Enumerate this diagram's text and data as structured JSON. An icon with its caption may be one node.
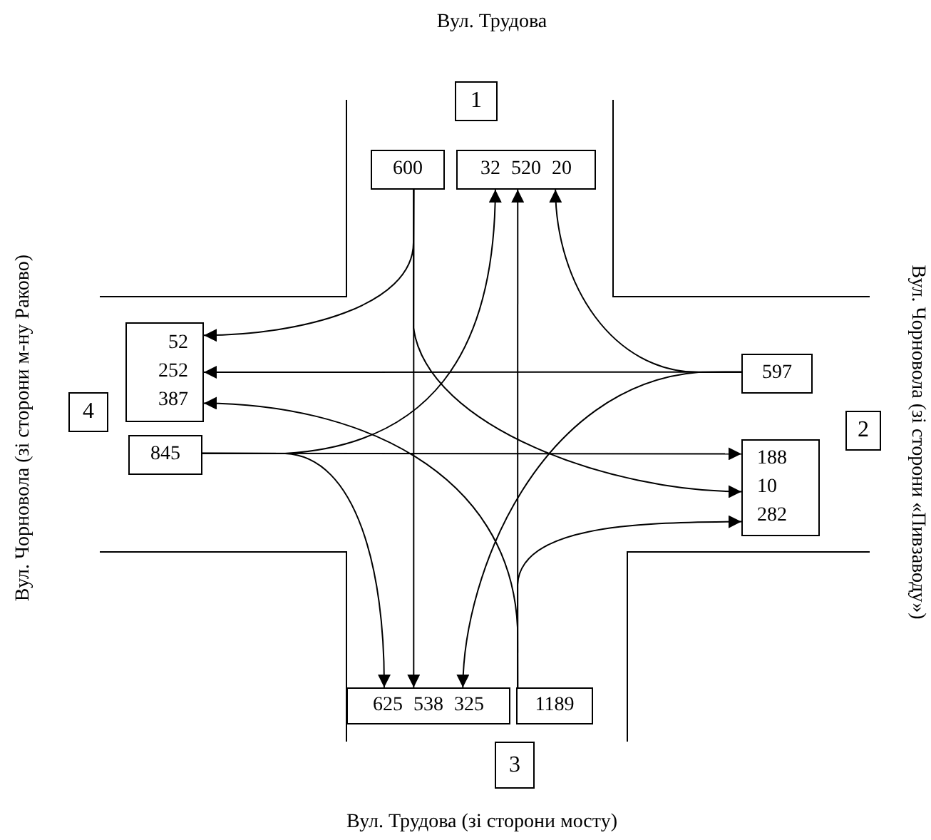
{
  "diagram": {
    "nodes": [
      {
        "text": [
          "1"
        ]
      },
      {
        "text": [
          "600"
        ]
      },
      {
        "text": [
          "32 520 20"
        ]
      },
      {
        "text": [
          "52",
          "252",
          "387"
        ]
      },
      {
        "text": [
          "4"
        ]
      },
      {
        "text": [
          "845"
        ]
      },
      {
        "text": [
          "597"
        ]
      },
      {
        "text": [
          "2"
        ]
      },
      {
        "text": [
          "188",
          "10",
          "282"
        ]
      },
      {
        "text": [
          "625 538 325"
        ]
      },
      {
        "text": [
          "1189"
        ]
      },
      {
        "text": [
          "3"
        ]
      }
    ],
    "edges": [
      {
        "from": 1,
        "to": 3,
        "arrow": "to"
      },
      {
        "from": 1,
        "to": 9,
        "arrow": "to"
      },
      {
        "from": 1,
        "to": 8,
        "arrow": "to"
      },
      {
        "from": 5,
        "to": 8,
        "arrow": "to"
      },
      {
        "from": 5,
        "to": 2,
        "arrow": "to"
      },
      {
        "from": 5,
        "to": 9,
        "arrow": "to"
      },
      {
        "from": 6,
        "to": 3,
        "arrow": "to"
      },
      {
        "from": 6,
        "to": 2,
        "arrow": "to"
      },
      {
        "from": 6,
        "to": 9,
        "arrow": "to"
      },
      {
        "from": 10,
        "to": 2,
        "arrow": "to"
      },
      {
        "from": 10,
        "to": 3,
        "arrow": "to"
      },
      {
        "from": 10,
        "to": 8,
        "arrow": "to"
      }
    ],
    "labels": [
      "Вул. Трудова",
      "Вул. Чорновола (зі сторони м-ну Раково)",
      "Вул. Чорновола (зі сторони «Пивзаводу»)",
      "Вул. Трудова (зі сторони мосту)"
    ]
  }
}
